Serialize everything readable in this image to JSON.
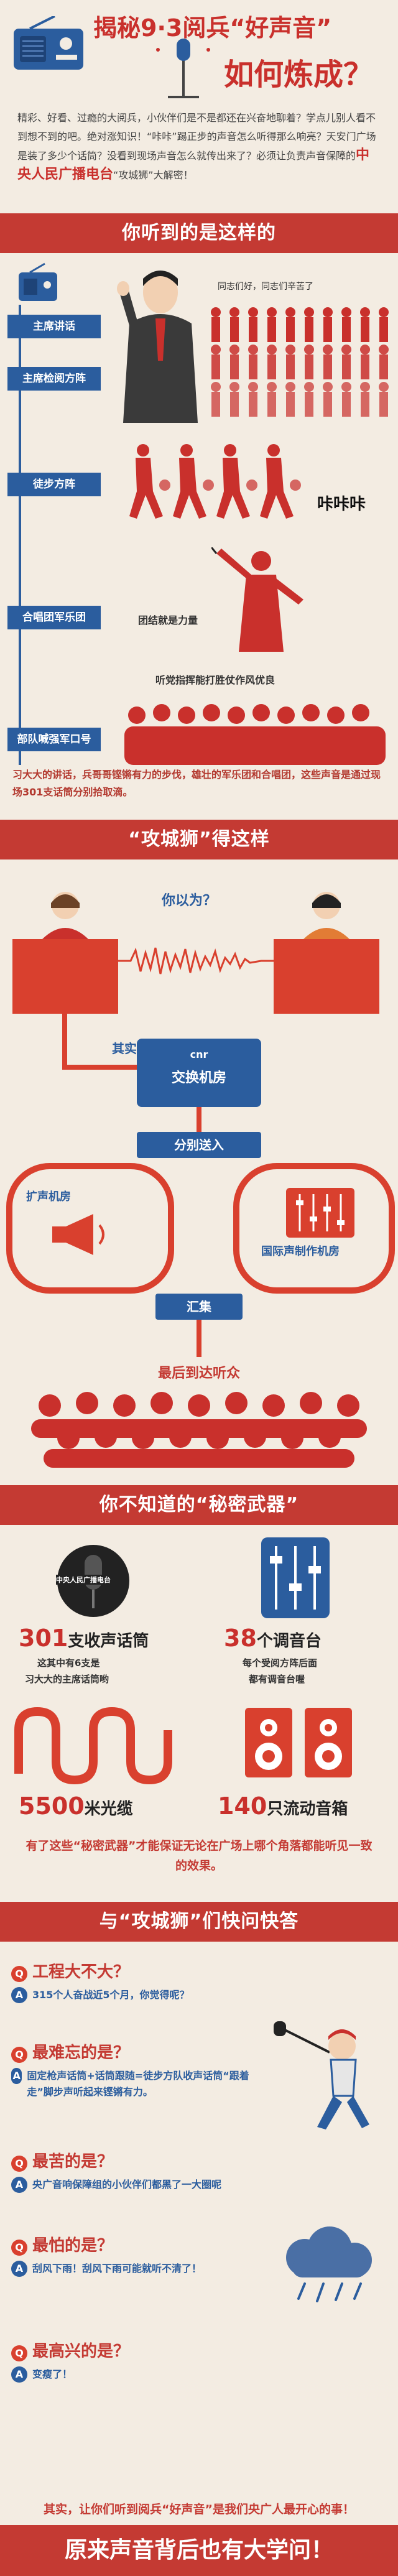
{
  "header": {
    "title_line1": "揭秘9·3阅兵“好声音”",
    "title_line2": "如何炼成？"
  },
  "intro": {
    "text": "精彩、好看、过瘾的大阅兵，小伙伴们是不是都还在兴奋地聊着？学点儿别人看不到想不到的吧。绝对涨知识！“咔咔”踢正步的声音怎么听得那么响亮？天安门广场是装了多少个话筒？没看到现场声音怎么就传出来了？必须让负责声音保障的",
    "highlight": "中央人民广播电台",
    "tail": "“攻城狮”大解密！"
  },
  "section1": {
    "banner": "你听到的是这样的",
    "labels": [
      "主席讲话",
      "主席检阅方阵",
      "徒步方阵",
      "合唱团军乐团",
      "部队喊强军口号"
    ],
    "speech1": "同志们好，同志们辛苦了",
    "kaka": "咔咔咔",
    "unity": "团结就是力量",
    "slogan": "听党指挥能打胜仗作风优良",
    "note": "习大大的讲话，兵哥哥铿锵有力的步伐，雄壮的军乐团和合唱团，这些声音是通过现场301支话筒分别拾取滴。"
  },
  "section2": {
    "banner": "“攻城狮”得这样",
    "you_think": "你以为？",
    "actually": "其实...",
    "cnr": "cnr",
    "exchange": "交换机房",
    "split": "分别送入",
    "amp_room": "扩声机房",
    "intl_room": "国际声制作机房",
    "merge": "汇集",
    "final": "最后到达听众"
  },
  "section3": {
    "banner": "你不知道的“秘密武器”",
    "mic_label": "中央人民广播电台",
    "mic_num": "301",
    "mic_unit": "支收声话筒",
    "mic_sub": [
      "这其中有6支是",
      "习大大的主席话筒哟"
    ],
    "mixer_num": "38",
    "mixer_unit": "个调音台",
    "mixer_sub": [
      "每个受阅方阵后面",
      "都有调音台喔"
    ],
    "fiber_num": "5500",
    "fiber_unit": "米光缆",
    "speaker_num": "140",
    "speaker_unit": "只流动音箱",
    "note": "有了这些“秘密武器”才能保证无论在广场上哪个角落都能听见一致的效果。"
  },
  "section4": {
    "banner": "与“攻城狮”们快问快答",
    "qa": [
      {
        "q": "工程大不大？",
        "a": "315个人奋战近5个月，你觉得呢？"
      },
      {
        "q": "最难忘的是？",
        "a": "固定枪声话筒+话筒跟随=徒步方队收声话筒“跟着走”脚步声听起来铿锵有力。"
      },
      {
        "q": "最苦的是？",
        "a": "央广音响保障组的小伙伴们都黑了一大圈呢"
      },
      {
        "q": "最怕的是？",
        "a": "刮风下雨！刮风下雨可能就听不清了！"
      },
      {
        "q": "最高兴的是？",
        "a": "变瘦了！"
      }
    ],
    "final_note": "其实，让你们听到阅兵“好声音”是我们央广人最开心的事！",
    "final_banner": "原来声音背后也有大学问！"
  }
}
